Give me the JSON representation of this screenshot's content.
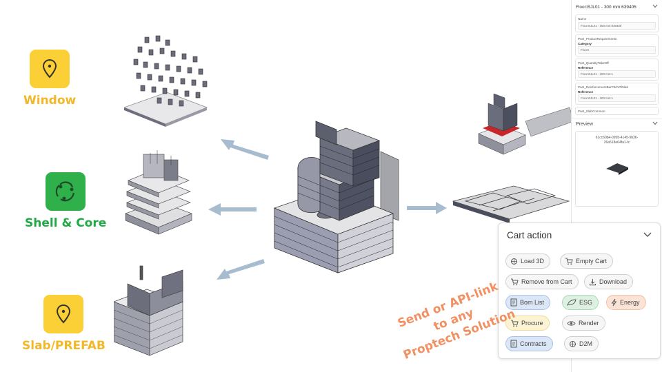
{
  "categories": [
    {
      "label": "Window",
      "color": "#f2b82a",
      "tile": "#fbcf36",
      "icon": "pin-icon"
    },
    {
      "label": "Shell & Core",
      "color": "#21a946",
      "tile": "#2fb04a",
      "icon": "recycle-icon"
    },
    {
      "label": "Slab/PREFAB",
      "color": "#f2b82a",
      "tile": "#fbcf36",
      "icon": "pin-icon"
    }
  ],
  "property_panel": {
    "title": "Floor:BJL01 - 300 mm:639405",
    "sections": [
      {
        "title": "Name",
        "fields": [
          {
            "key": "",
            "value": "Floor:BJL01 - 300 mm:639405"
          }
        ]
      },
      {
        "title": "Pset_ProductRequirements",
        "fields": [
          {
            "key": "Category",
            "value": "Floors"
          }
        ]
      },
      {
        "title": "Pset_QuantityTakeOff",
        "fields": [
          {
            "key": "Reference",
            "value": "Floor:BJL01 - 300 mm:1"
          }
        ]
      },
      {
        "title": "Pset_ReinforcementBarPitchOfSlab",
        "fields": [
          {
            "key": "Reference",
            "value": "Floor:BJL01 - 300 mm:1"
          }
        ]
      },
      {
        "title": "Pset_SlabCommon",
        "fields": []
      }
    ],
    "preview_title": "Preview",
    "preview_id_line1": "61cc60b4-095b-4145-9b36-",
    "preview_id_line2": "26a518e64fa1-fc"
  },
  "cart": {
    "title": "Cart action",
    "buttons": [
      {
        "label": "Load 3D",
        "icon": "cube-icon",
        "bg": "#f6f6f6",
        "border": "#cfcfcf"
      },
      {
        "label": "Empty Cart",
        "icon": "cart-icon",
        "bg": "#f6f6f6",
        "border": "#cfcfcf"
      },
      {
        "label": "Remove from Cart",
        "icon": "cart-icon",
        "bg": "#f6f6f6",
        "border": "#cfcfcf"
      },
      {
        "label": "Download",
        "icon": "download-icon",
        "bg": "#f6f6f6",
        "border": "#cfcfcf"
      },
      {
        "label": "Bom List",
        "icon": "document-icon",
        "bg": "#dbe6f6",
        "border": "#aac2e6"
      },
      {
        "label": "ESG",
        "icon": "leaf-icon",
        "bg": "#def0e2",
        "border": "#a9d8b4"
      },
      {
        "label": "Energy",
        "icon": "lightning-icon",
        "bg": "#fbe3d6",
        "border": "#f1c1a6"
      },
      {
        "label": "Procure",
        "icon": "cart-icon",
        "bg": "#fbf3d4",
        "border": "#eedb94"
      },
      {
        "label": "Render",
        "icon": "eye-icon",
        "bg": "#f6f6f6",
        "border": "#cfcfcf"
      },
      {
        "label": "Contracts",
        "icon": "document-icon",
        "bg": "#dbe6f6",
        "border": "#aac2e6"
      },
      {
        "label": "D2M",
        "icon": "cube-icon",
        "bg": "#f6f6f6",
        "border": "#cfcfcf"
      }
    ]
  },
  "overlay_text": {
    "line1": "Send or API-link",
    "line2": "to any",
    "line3": "Proptech Solution",
    "color": "#f19062"
  },
  "arrow_color": "#a7bccf"
}
